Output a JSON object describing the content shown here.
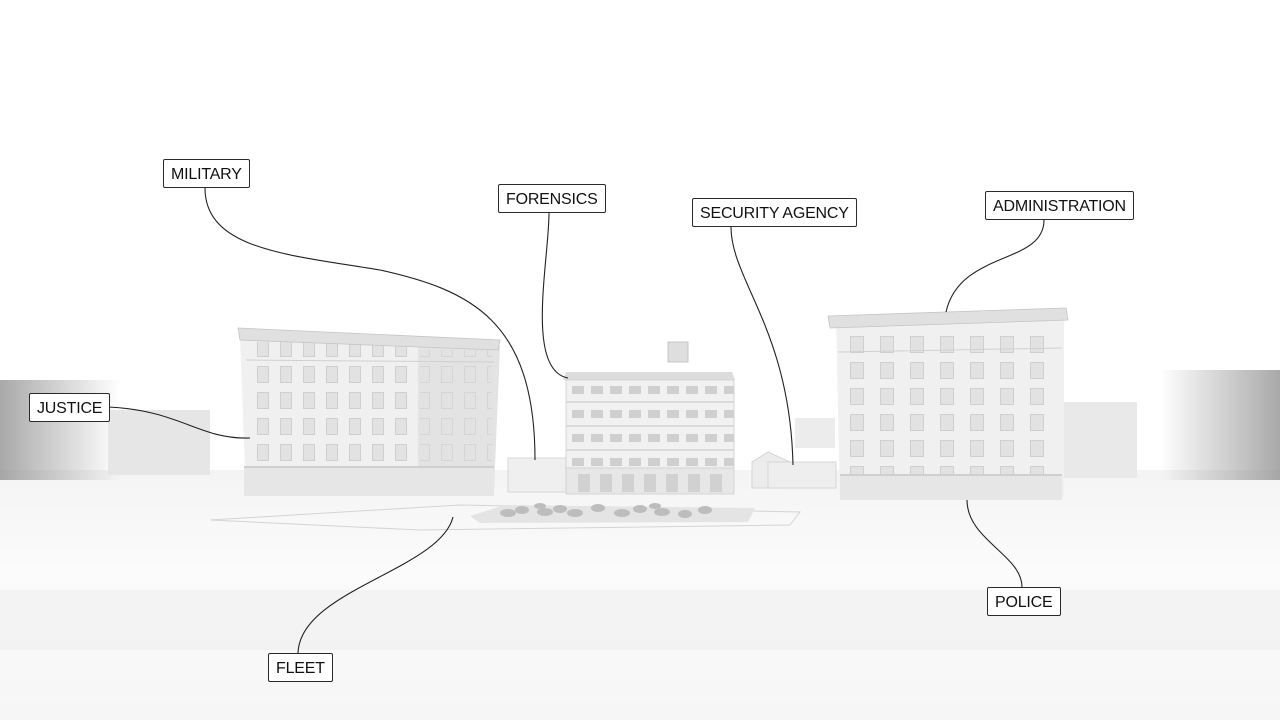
{
  "labels": {
    "military": "MILITARY",
    "forensics": "FORENSICS",
    "security_agency": "SECURITY AGENCY",
    "administration": "ADMINISTRATION",
    "justice": "JUSTICE",
    "police": "POLICE",
    "fleet": "FLEET"
  },
  "colors": {
    "background": "#ffffff",
    "building": "#f1f1f1",
    "building_shadow": "#d9d9d9",
    "window": "#c9c9c9",
    "line": "#222222",
    "fog": "#9a9a9a"
  }
}
